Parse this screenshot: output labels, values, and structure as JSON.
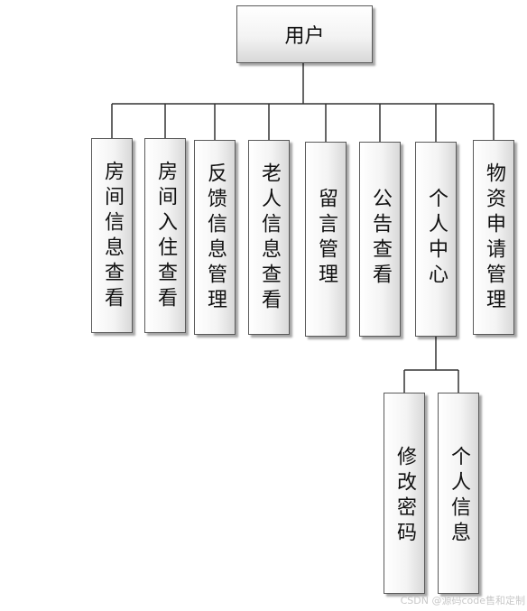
{
  "root": {
    "label": "用户"
  },
  "level1": [
    {
      "label": "房间信息查看"
    },
    {
      "label": "房间入住查看"
    },
    {
      "label": "反馈信息管理"
    },
    {
      "label": "老人信息查看"
    },
    {
      "label": "留言管理"
    },
    {
      "label": "公告查看"
    },
    {
      "label": "个人中心"
    },
    {
      "label": "物资申请管理"
    }
  ],
  "level2": [
    {
      "label": "修改密码"
    },
    {
      "label": "个人信息"
    }
  ],
  "watermark": "CSDN @源码code售和定制"
}
